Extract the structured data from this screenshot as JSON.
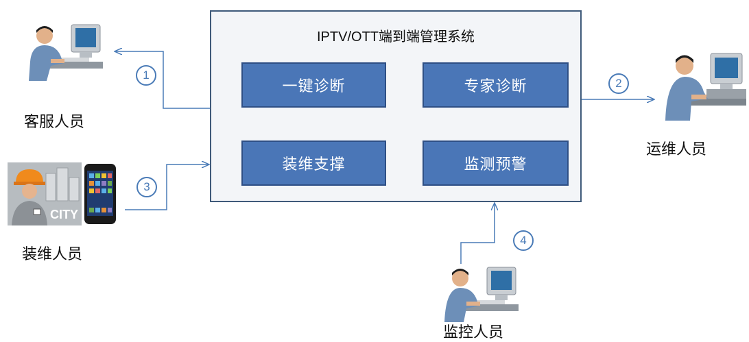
{
  "system": {
    "title": "IPTV/OTT端到端管理系统",
    "modules": [
      {
        "label": "一键诊断"
      },
      {
        "label": "专家诊断"
      },
      {
        "label": "装维支撑"
      },
      {
        "label": "监测预警"
      }
    ]
  },
  "roles": [
    {
      "label": "客服人员",
      "icon": "computer-operator-icon"
    },
    {
      "label": "运维人员",
      "icon": "computer-operator-icon"
    },
    {
      "label": "装维人员",
      "icon": "field-technician-smartphone-icon"
    },
    {
      "label": "监控人员",
      "icon": "computer-operator-icon"
    }
  ],
  "steps": [
    "1",
    "2",
    "3",
    "4"
  ],
  "colors": {
    "module_fill": "#4a76b7",
    "system_border": "#3f5a7a",
    "connector": "#4a7bb7"
  }
}
